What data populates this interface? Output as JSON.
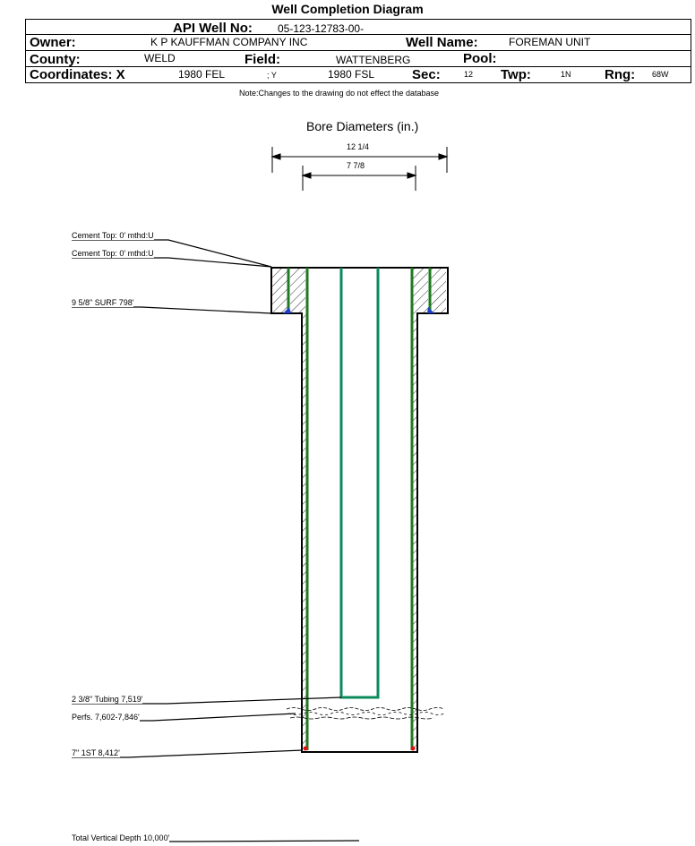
{
  "title": "Well Completion Diagram",
  "header": {
    "api_label": "API Well No:",
    "api_value": "05-123-12783-00-",
    "owner_label": "Owner:",
    "owner_value": "K P KAUFFMAN COMPANY INC",
    "well_name_label": "Well Name:",
    "well_name_value": "FOREMAN UNIT",
    "county_label": "County:",
    "county_value": "WELD",
    "field_label": "Field:",
    "field_value": "WATTENBERG",
    "pool_label": "Pool:",
    "pool_value": "",
    "coords_label": "Coordinates: X",
    "x_value": "1980 FEL",
    "y_label": "; Y",
    "y_value": "1980 FSL",
    "sec_label": "Sec:",
    "sec_value": "12",
    "twp_label": "Twp:",
    "twp_value": "1N",
    "rng_label": "Rng:",
    "rng_value": "68W"
  },
  "note": "Note:Changes to the drawing do not effect the database",
  "bore": {
    "title": "Bore Diameters (in.)",
    "outer": "12 1/4",
    "inner": "7 7/8"
  },
  "annotations": {
    "cement1": "Cement Top: 0' mthd:U",
    "cement2": "Cement Top: 0' mthd:U",
    "surface": "9 5/8\" SURF 798'",
    "tubing": "2 3/8\" Tubing 7,519'",
    "perfs": "Perfs. 7,602-7,846'",
    "production": "7\" 1ST 8,412'",
    "tvd": "Total Vertical Depth 10,000'"
  },
  "colors": {
    "casing": "#1f7a1f",
    "tubing": "#0b8a5c",
    "cement_marker": "#1a3fcf",
    "shoe_marker": "#e01010"
  }
}
